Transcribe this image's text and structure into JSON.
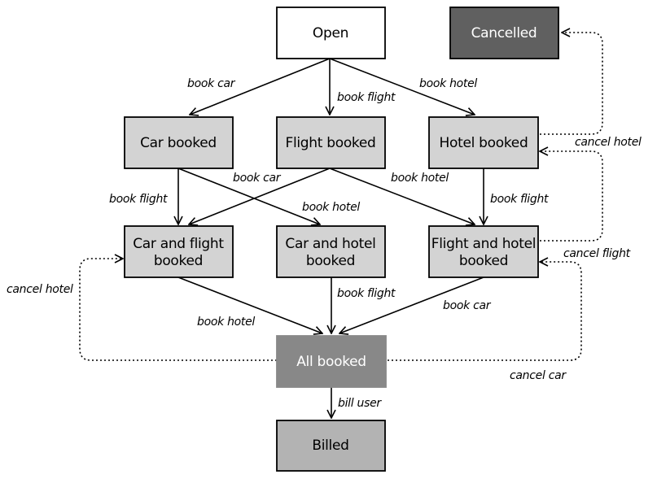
{
  "colors": {
    "node_default": "#ffffff",
    "node_booked": "#d3d3d3",
    "node_all_booked": "#888888",
    "node_cancelled": "#606060",
    "node_billed": "#b3b3b3",
    "text_dark": "#000000",
    "text_light": "#ffffff",
    "edge": "#000000"
  },
  "nodes": {
    "open": "Open",
    "cancelled": "Cancelled",
    "car_booked": "Car booked",
    "flight_booked": "Flight booked",
    "hotel_booked": "Hotel booked",
    "car_flight_line1": "Car and flight",
    "car_flight_line2": "booked",
    "car_hotel_line1": "Car and hotel",
    "car_hotel_line2": "booked",
    "flight_hotel_line1": "Flight and hotel",
    "flight_hotel_line2": "booked",
    "all_booked": "All booked",
    "billed": "Billed"
  },
  "edges": {
    "open_book_car": "book car",
    "open_book_flight": "book flight",
    "open_book_hotel": "book hotel",
    "car_book_flight": "book flight",
    "car_book_hotel": "book hotel",
    "flight_book_car": "book car",
    "flight_book_hotel": "book hotel",
    "hotel_book_flight": "book flight",
    "cf_book_hotel": "book hotel",
    "ch_book_flight": "book flight",
    "fh_book_car": "book car",
    "all_bill_user": "bill user",
    "cancel_hotel_from_hotel": "cancel hotel",
    "cancel_flight": "cancel flight",
    "cancel_hotel_loop": "cancel hotel",
    "cancel_car": "cancel car"
  }
}
